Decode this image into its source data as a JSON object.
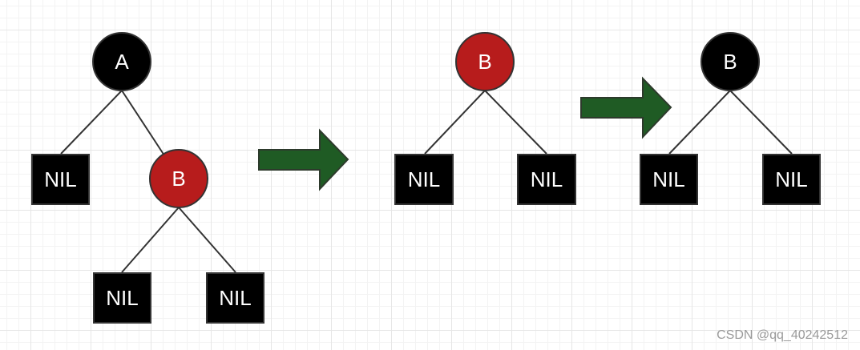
{
  "diagram": {
    "colors": {
      "black_node": "#000000",
      "red_node": "#b71c1c",
      "nil_box": "#000000",
      "arrow": "#1f5b24",
      "edge": "#333333",
      "text": "#ffffff",
      "grid": "#e6e6e6"
    },
    "tree1": {
      "root": {
        "label": "A",
        "color": "black"
      },
      "left_nil": {
        "label": "NIL"
      },
      "right_child": {
        "label": "B",
        "color": "red"
      },
      "b_left_nil": {
        "label": "NIL"
      },
      "b_right_nil": {
        "label": "NIL"
      }
    },
    "tree2": {
      "root": {
        "label": "B",
        "color": "red"
      },
      "left_nil": {
        "label": "NIL"
      },
      "right_nil": {
        "label": "NIL"
      }
    },
    "tree3": {
      "root": {
        "label": "B",
        "color": "black"
      },
      "left_nil": {
        "label": "NIL"
      },
      "right_nil": {
        "label": "NIL"
      }
    }
  },
  "watermark": "CSDN @qq_40242512"
}
